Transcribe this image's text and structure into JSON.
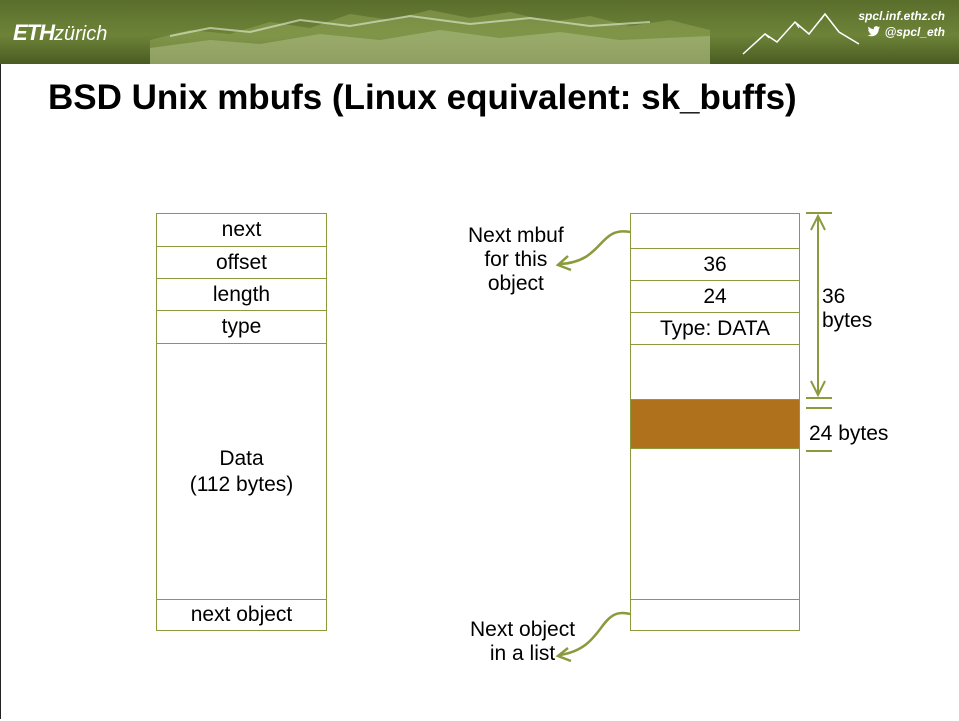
{
  "header": {
    "logo_bold": "ETH",
    "logo_rest": "zürich",
    "url": "spcl.inf.ethz.ch",
    "twitter": "@spcl_eth",
    "colors": {
      "bar": "#5a6e2c",
      "text": "#ffffff"
    }
  },
  "title": "BSD Unix mbufs (Linux equivalent: sk_buffs)",
  "left_mbuf": {
    "fields": [
      "next",
      "offset",
      "length",
      "type"
    ],
    "data_line1": "Data",
    "data_line2": "(112 bytes)",
    "next_object": "next object"
  },
  "right_mbuf": {
    "fields": [
      "",
      "36",
      "24",
      "Type: DATA"
    ],
    "highlight_color": "#b0711c"
  },
  "annotations": {
    "next_mbuf": [
      "Next mbuf",
      "for this",
      "object"
    ],
    "next_object": [
      "Next object",
      "in a list"
    ],
    "offset_line1": "36",
    "offset_line2": "bytes",
    "length_label": "24 bytes"
  },
  "colors": {
    "box_border": "#8a9a3c",
    "arrow": "#8a9a3c"
  }
}
